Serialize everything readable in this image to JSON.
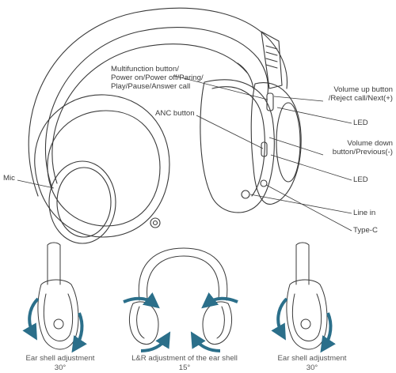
{
  "labels": {
    "multifunction": [
      "Multifunction button/",
      "Power on/Power off/Paring/",
      "Play/Pause/Answer call"
    ],
    "anc": "ANC button",
    "mic": "Mic",
    "volume_up": [
      "Volume up button",
      "/Reject call/Next(+)"
    ],
    "led_1": "LED",
    "volume_down": [
      "Volume down",
      "button/Previous(-)"
    ],
    "led_2": "LED",
    "line_in": "Line in",
    "type_c": "Type-C"
  },
  "captions": {
    "left": [
      "Ear shell adjustment",
      "30°"
    ],
    "middle": [
      "L&R adjustment of the ear shell",
      "15°"
    ],
    "right": [
      "Ear shell adjustment",
      "30°"
    ]
  },
  "colors": {
    "line": "#3a3a3a",
    "arrow": "#2b6f8a"
  },
  "icons": {
    "rotation": "rotation-arrow-icon",
    "control_button": "button-icon"
  }
}
